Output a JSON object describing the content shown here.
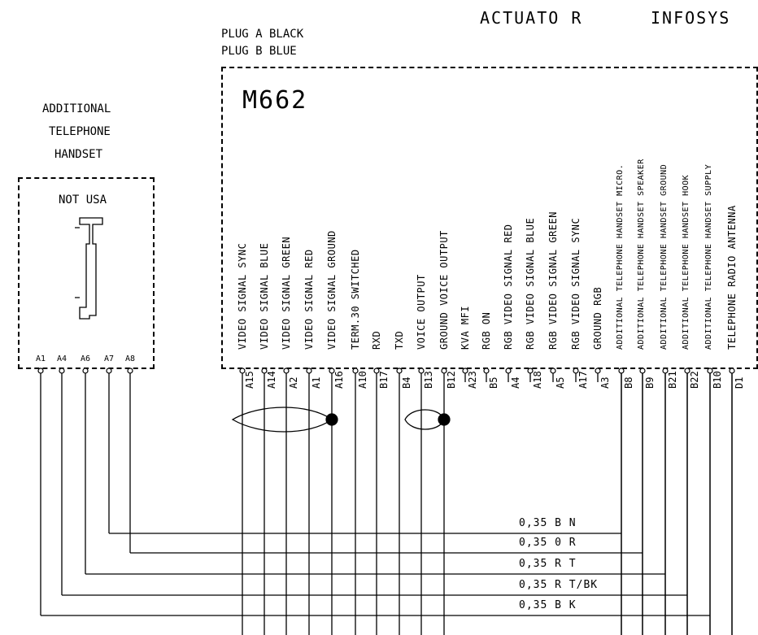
{
  "header": {
    "actuator": "ACTUATO R",
    "infosys": "INFOSYS"
  },
  "plugs": {
    "plug_a": "PLUG A BLACK",
    "plug_b": "PLUG B BLUE"
  },
  "handset": {
    "title_line1": "ADDITIONAL",
    "title_line2": "TELEPHONE",
    "title_line3": "HANDSET",
    "region": "NOT USA",
    "pins": [
      "A1",
      "A4",
      "A6",
      "A7",
      "A8"
    ]
  },
  "module": {
    "name": "M662",
    "signals": [
      {
        "label": "VIDEO SIGNAL SYNC",
        "pin": "A15"
      },
      {
        "label": "VIDEO SIGNAL BLUE",
        "pin": "A14"
      },
      {
        "label": "VIDEO SIGNAL GREEN",
        "pin": "A2"
      },
      {
        "label": "VIDEO SIGNAL RED",
        "pin": "A1"
      },
      {
        "label": "VIDEO SIGNAL GROUND",
        "pin": "A16"
      },
      {
        "label": "TERM.30 SWITCHED",
        "pin": "A10"
      },
      {
        "label": "RXD",
        "pin": "B17"
      },
      {
        "label": "TXD",
        "pin": "B4"
      },
      {
        "label": "VOICE OUTPUT",
        "pin": "B13"
      },
      {
        "label": "GROUND VOICE OUTPUT",
        "pin": "B12"
      },
      {
        "label": "KVA MFI",
        "pin": "A23"
      },
      {
        "label": "RGB ON",
        "pin": "B5"
      },
      {
        "label": "RGB VIDEO SIGNAL RED",
        "pin": "A4"
      },
      {
        "label": "RGB VIDEO SIGNAL BLUE",
        "pin": "A18"
      },
      {
        "label": "RGB VIDEO SIGNAL GREEN",
        "pin": "A5"
      },
      {
        "label": "RGB VIDEO SIGNAL SYNC",
        "pin": "A17"
      },
      {
        "label": "GROUND RGB",
        "pin": "A3"
      },
      {
        "label": "ADDITIONAL TELEPHONE HANDSET MICRO.",
        "pin": "B8"
      },
      {
        "label": "ADDITIONAL TELEPHONE HANDSET SPEAKER",
        "pin": "B9"
      },
      {
        "label": "ADDITIONAL TELEPHONE HANDSET GROUND",
        "pin": "B21"
      },
      {
        "label": "ADDITIONAL TELEPHONE HANDSET HOOK",
        "pin": "B22"
      },
      {
        "label": "ADDITIONAL TELEPHONE HANDSET SUPPLY",
        "pin": "B10"
      },
      {
        "label": "TELEPHONE RADIO ANTENNA",
        "pin": "D1"
      }
    ]
  },
  "wires": [
    {
      "label": "0,35 B N"
    },
    {
      "label": "0,35 0 R"
    },
    {
      "label": "0,35 R T"
    },
    {
      "label": "0,35 R T/BK"
    },
    {
      "label": "0,35 B K"
    }
  ]
}
